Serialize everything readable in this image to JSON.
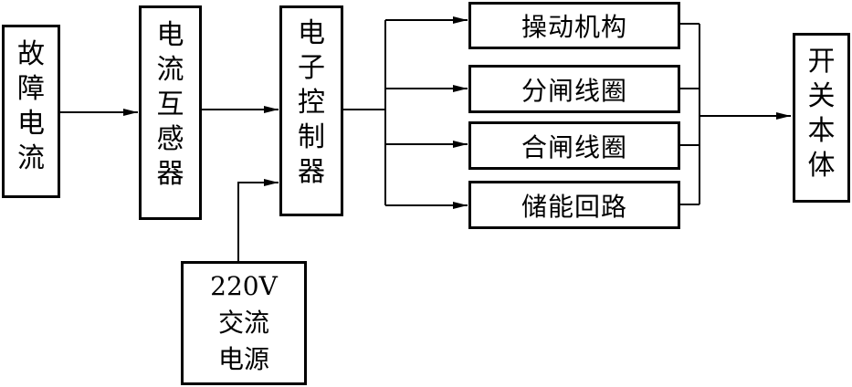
{
  "diagram": {
    "nodes": {
      "fault_current": {
        "chars": [
          "故",
          "障",
          "电",
          "流"
        ]
      },
      "current_transformer": {
        "chars": [
          "电",
          "流",
          "互",
          "感",
          "器"
        ]
      },
      "electronic_controller": {
        "chars": [
          "电",
          "子",
          "控",
          "制",
          "器"
        ]
      },
      "operating_mechanism": {
        "label": "操动机构"
      },
      "opening_coil": {
        "label": "分闸线圈"
      },
      "closing_coil": {
        "label": "合闸线圈"
      },
      "energy_storage_circuit": {
        "label": "储能回路"
      },
      "switch_body": {
        "chars": [
          "开",
          "关",
          "本",
          "体"
        ]
      },
      "ac_power": {
        "lines": [
          "220V",
          "交流",
          "电源"
        ]
      }
    },
    "line_color": "#000000"
  }
}
